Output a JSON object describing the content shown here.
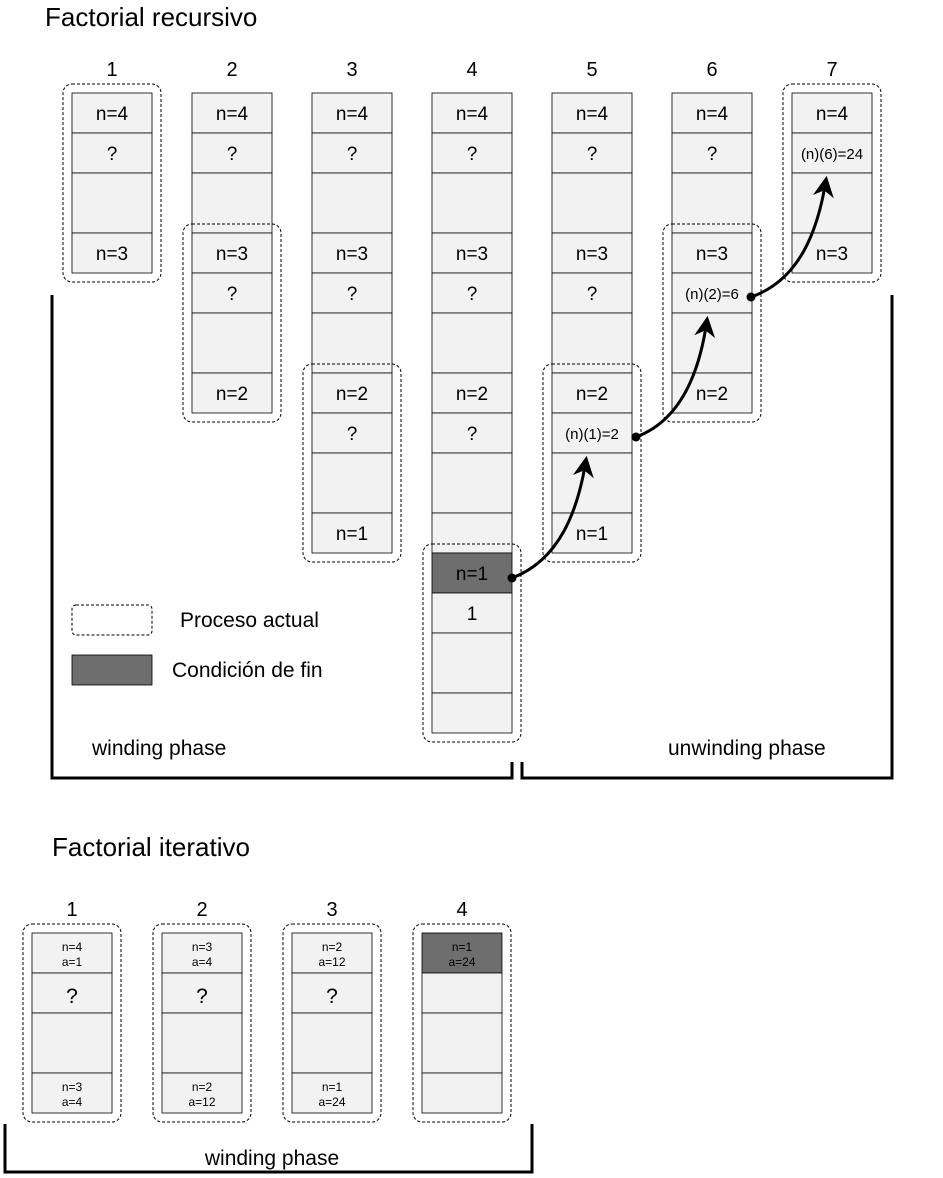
{
  "recursive": {
    "title": "Factorial recursivo",
    "columns": [
      {
        "number": "1",
        "cells": [
          "n=4",
          "?",
          "",
          "n=3"
        ]
      },
      {
        "number": "2",
        "cells": [
          "n=4",
          "?",
          "",
          "n=3",
          "?",
          "",
          "n=2"
        ]
      },
      {
        "number": "3",
        "cells": [
          "n=4",
          "?",
          "",
          "n=3",
          "?",
          "",
          "n=2",
          "?",
          "",
          "n=1"
        ]
      },
      {
        "number": "4",
        "cells": [
          "n=4",
          "?",
          "",
          "n=3",
          "?",
          "",
          "n=2",
          "?",
          "",
          "",
          "n=1",
          "1",
          "",
          ""
        ]
      },
      {
        "number": "5",
        "cells": [
          "n=4",
          "?",
          "",
          "n=3",
          "?",
          "",
          "n=2",
          "(n)(1)=2",
          "",
          "n=1"
        ]
      },
      {
        "number": "6",
        "cells": [
          "n=4",
          "?",
          "",
          "n=3",
          "(n)(2)=6",
          "",
          "n=2"
        ]
      },
      {
        "number": "7",
        "cells": [
          "n=4",
          "(n)(6)=24",
          "",
          "n=3"
        ]
      }
    ],
    "winding_label": "winding phase",
    "unwinding_label": "unwinding phase"
  },
  "legend": {
    "current_process": "Proceso actual",
    "end_condition": "Condición de fin"
  },
  "iterative": {
    "title": "Factorial iterativo",
    "columns": [
      {
        "number": "1",
        "top": [
          "n=4",
          "a=1"
        ],
        "mid": "?",
        "bottom": [
          "n=3",
          "a=4"
        ]
      },
      {
        "number": "2",
        "top": [
          "n=3",
          "a=4"
        ],
        "mid": "?",
        "bottom": [
          "n=2",
          "a=12"
        ]
      },
      {
        "number": "3",
        "top": [
          "n=2",
          "a=12"
        ],
        "mid": "?",
        "bottom": [
          "n=1",
          "a=24"
        ]
      },
      {
        "number": "4",
        "top": [
          "n=1",
          "a=24"
        ],
        "mid": "",
        "bottom": [
          "",
          ""
        ]
      }
    ],
    "winding_label": "winding phase"
  },
  "colors": {
    "cell_fill": "#f2f2f2",
    "end_condition_fill": "#6e6e6e",
    "stroke": "#000000"
  }
}
